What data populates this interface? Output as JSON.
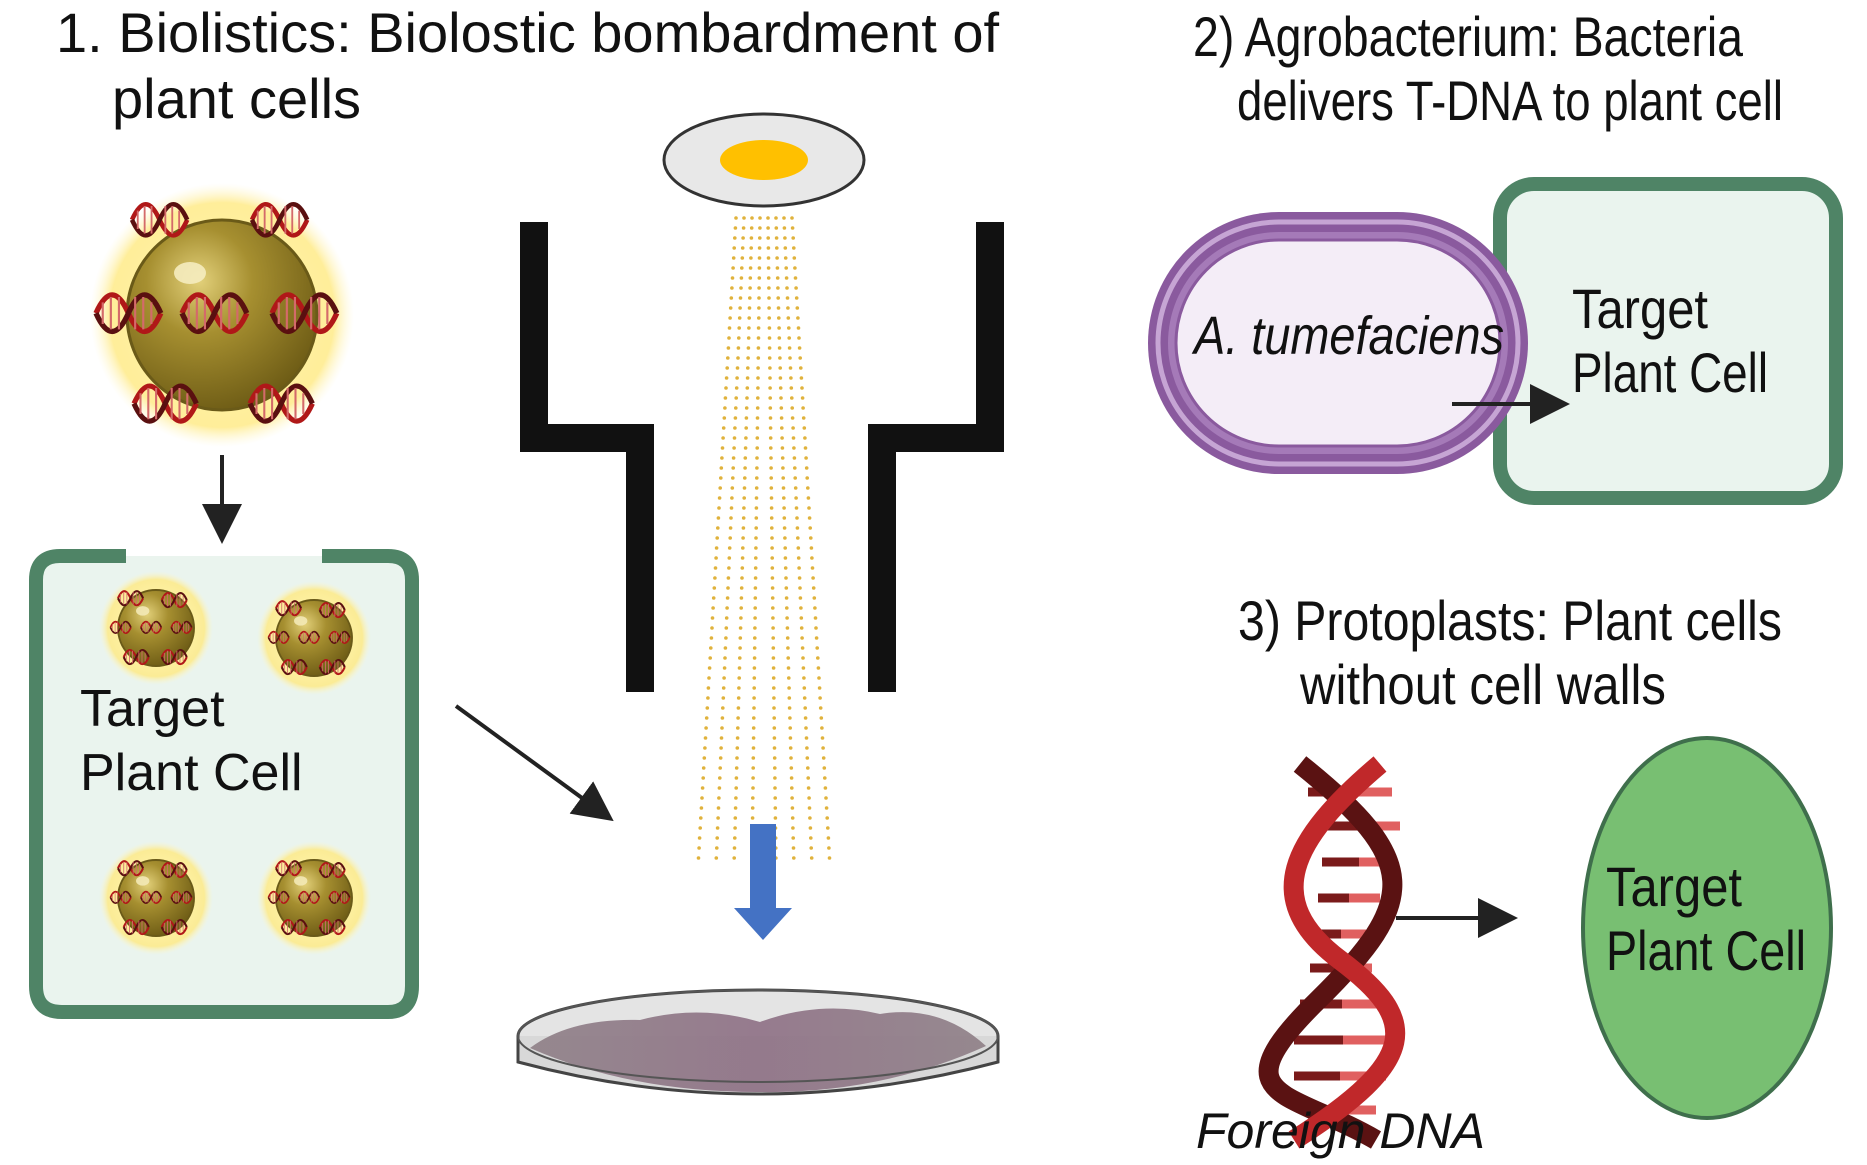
{
  "panel1": {
    "title_line1": "1. Biolistics: Biolostic bombardment of",
    "title_line2": "plant cells",
    "cell_label_line1": "Target",
    "cell_label_line2": "Plant Cell"
  },
  "panel2": {
    "title_line1": "2) Agrobacterium: Bacteria",
    "title_line2": "delivers T-DNA to plant cell",
    "bacterium_label": "A. tumefaciens",
    "cell_label_line1": "Target",
    "cell_label_line2": "Plant Cell"
  },
  "panel3": {
    "title_line1": "3) Protoplasts: Plant cells",
    "title_line2": "without cell walls",
    "dna_label": "Foreign DNA",
    "cell_label_line1": "Target",
    "cell_label_line2": "Plant Cell"
  },
  "colors": {
    "cell_wall": "#4f8466",
    "cell_fill": "#eaf4ee",
    "particle_gold": "#a08a2c",
    "halo": "#fff0a0",
    "dna_red": "#b01818",
    "bacterium_purple": "#8a5a9e",
    "protoplast_green": "#78bf72",
    "beam_dot": "#e0b23c",
    "down_arrow_blue": "#4472c4",
    "lamp_yellow": "#ffc000"
  }
}
